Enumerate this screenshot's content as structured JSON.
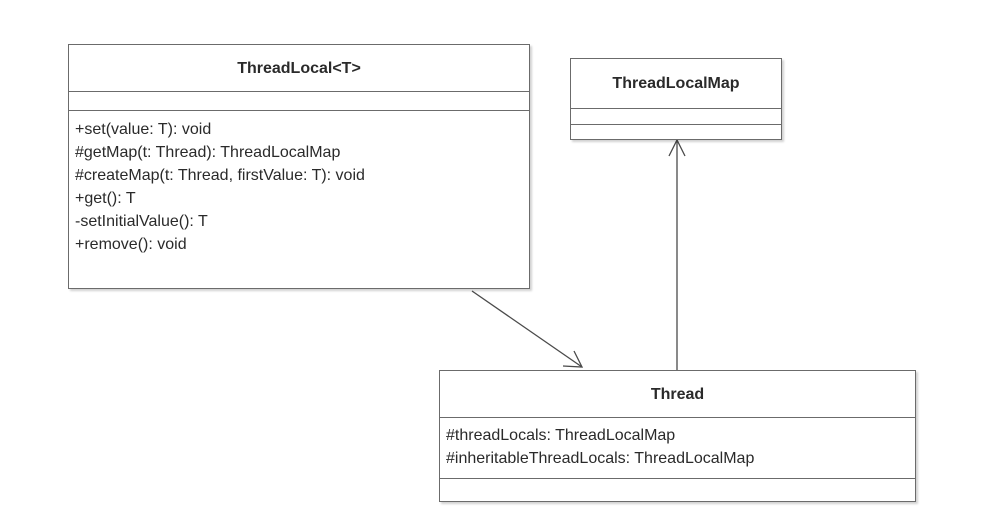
{
  "classes": {
    "threadlocal": {
      "name": "ThreadLocal<T>",
      "attributes": [],
      "operations": [
        "+set(value: T): void",
        "#getMap(t: Thread): ThreadLocalMap",
        "#createMap(t: Thread, firstValue: T): void",
        "+get(): T",
        "-setInitialValue(): T",
        "+remove(): void"
      ]
    },
    "threadlocalmap": {
      "name": "ThreadLocalMap",
      "attributes": [],
      "operations": []
    },
    "thread": {
      "name": "Thread",
      "attributes": [
        "#threadLocals: ThreadLocalMap",
        "#inheritableThreadLocals: ThreadLocalMap"
      ],
      "operations": []
    }
  },
  "connectors": [
    {
      "from": "threadlocal",
      "to": "thread",
      "kind": "dependency-open-arrow"
    },
    {
      "from": "thread",
      "to": "threadlocalmap",
      "kind": "association-open-arrow"
    }
  ]
}
